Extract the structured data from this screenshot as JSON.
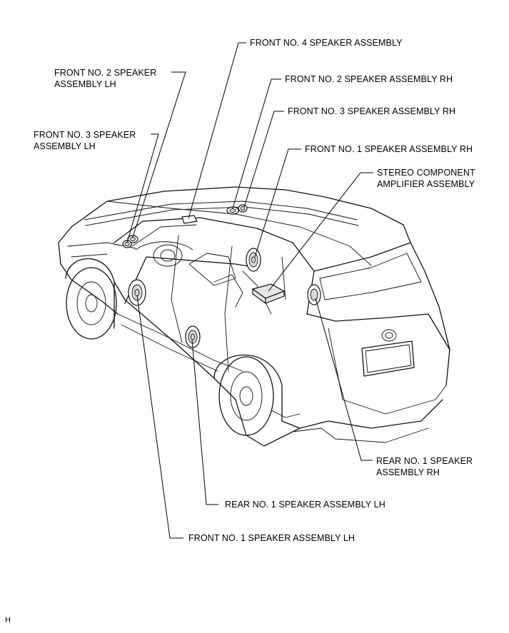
{
  "labels": {
    "front_no4": "FRONT NO. 4 SPEAKER ASSEMBLY",
    "front_no2_lh_line1": "FRONT NO. 2 SPEAKER",
    "front_no2_lh_line2": "ASSEMBLY LH",
    "front_no2_rh": "FRONT NO. 2 SPEAKER ASSEMBLY RH",
    "front_no3_rh": "FRONT NO. 3 SPEAKER ASSEMBLY RH",
    "front_no3_lh_line1": "FRONT NO. 3 SPEAKER",
    "front_no3_lh_line2": "ASSEMBLY LH",
    "front_no1_rh": "FRONT NO. 1 SPEAKER ASSEMBLY RH",
    "amp_line1": "STEREO COMPONENT",
    "amp_line2": "AMPLIFIER ASSEMBLY",
    "rear_no1_rh_line1": "REAR NO. 1 SPEAKER",
    "rear_no1_rh_line2": "ASSEMBLY RH",
    "rear_no1_lh": "REAR NO. 1 SPEAKER ASSEMBLY LH",
    "front_no1_lh": "FRONT NO. 1 SPEAKER ASSEMBLY LH"
  },
  "corner_mark": "H"
}
